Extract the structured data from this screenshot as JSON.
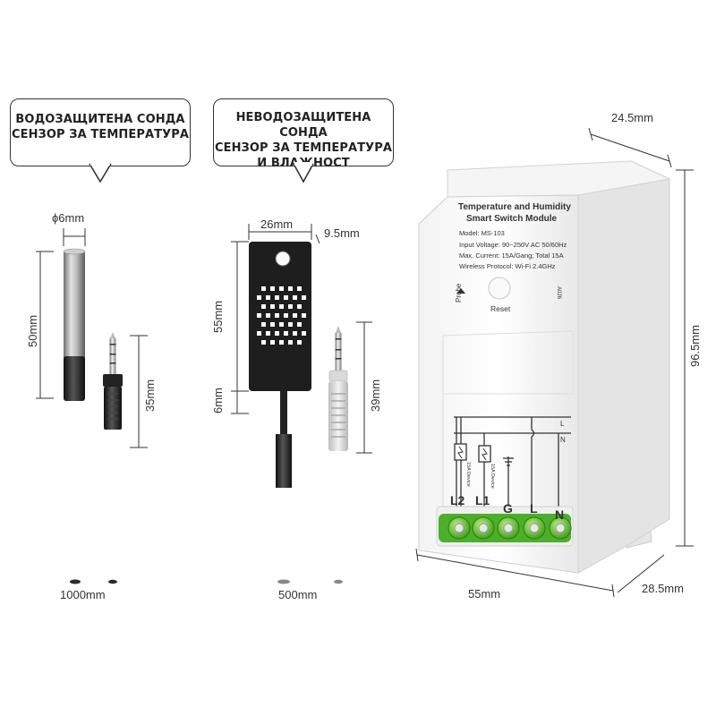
{
  "callouts": {
    "waterproof": "ВОДОЗАЩИТЕНА СОНДА\nСЕНЗОР ЗА ТЕМПЕРАТУРА",
    "non_waterproof": "НЕВОДОЗАЩИТЕНА СОНДА\nСЕНЗОР ЗА ТЕМПЕРАТУРА\nИ ВЛАЖНОСТ"
  },
  "dimensions": {
    "probe_diameter": "ϕ6mm",
    "probe_length": "50mm",
    "plug_length_1": "35mm",
    "cable_length_1": "1000mm",
    "sensor_width": "26mm",
    "sensor_depth": "9.5mm",
    "sensor_height": "55mm",
    "sensor_neck": "6mm",
    "plug_length_2": "39mm",
    "cable_length_2": "500mm",
    "module_depth": "24.5mm",
    "module_height": "96.5mm",
    "module_width": "55mm",
    "module_depth_bottom": "28.5mm"
  },
  "module": {
    "title_line1": "Temperature and Humidity",
    "title_line2": "Smart Switch Module",
    "model": "Model: MS-103",
    "input_voltage": "Input Voltage: 90~250V AC 50/60Hz",
    "max_current": "Max. Current: 15A/Gang; Total 15A",
    "protocol": "Wireless Protocol: Wi-Fi 2.4GHz",
    "probe_label": "Probe",
    "reset_label": "Reset",
    "side_code": "A026",
    "terminals": [
      "L2",
      "L1",
      "G",
      "L",
      "N"
    ],
    "device_label": "15A Device",
    "circuit_L": "L",
    "circuit_N": "N"
  }
}
